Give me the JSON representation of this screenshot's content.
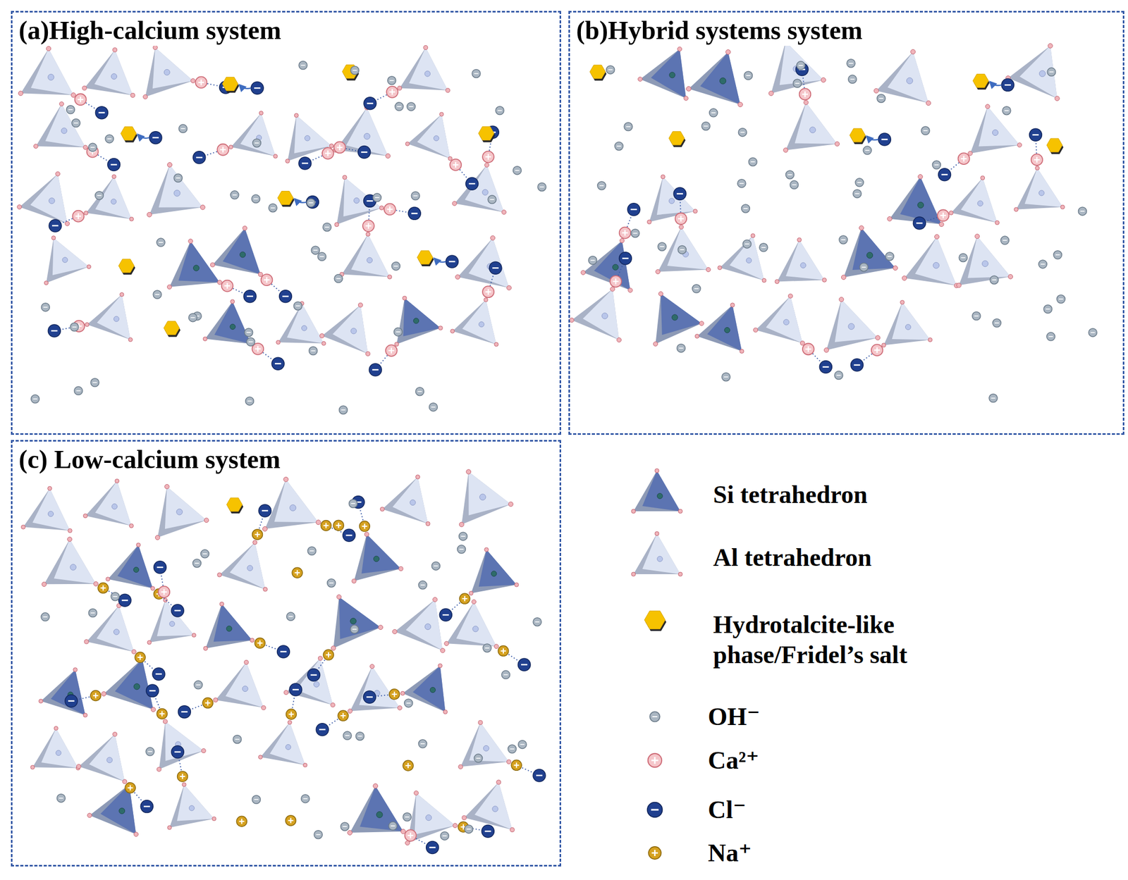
{
  "diagram": {
    "nodes": [
      {
        "text": [
          "(a)High-calcium system"
        ]
      },
      {
        "text": [
          "(b)Hybrid systems system"
        ]
      },
      {
        "text": [
          "(c) Low-calcium system"
        ]
      }
    ],
    "legend": [
      {
        "text": "Si tetrahedron"
      },
      {
        "text": "Al tetrahedron"
      },
      {
        "text": "Hydrotalcite-like phase/Fridel’s salt"
      },
      {
        "text": "OH⁻"
      },
      {
        "text": "Ca²⁺"
      },
      {
        "text": "Cl⁻"
      },
      {
        "text": "Na⁺"
      }
    ]
  }
}
